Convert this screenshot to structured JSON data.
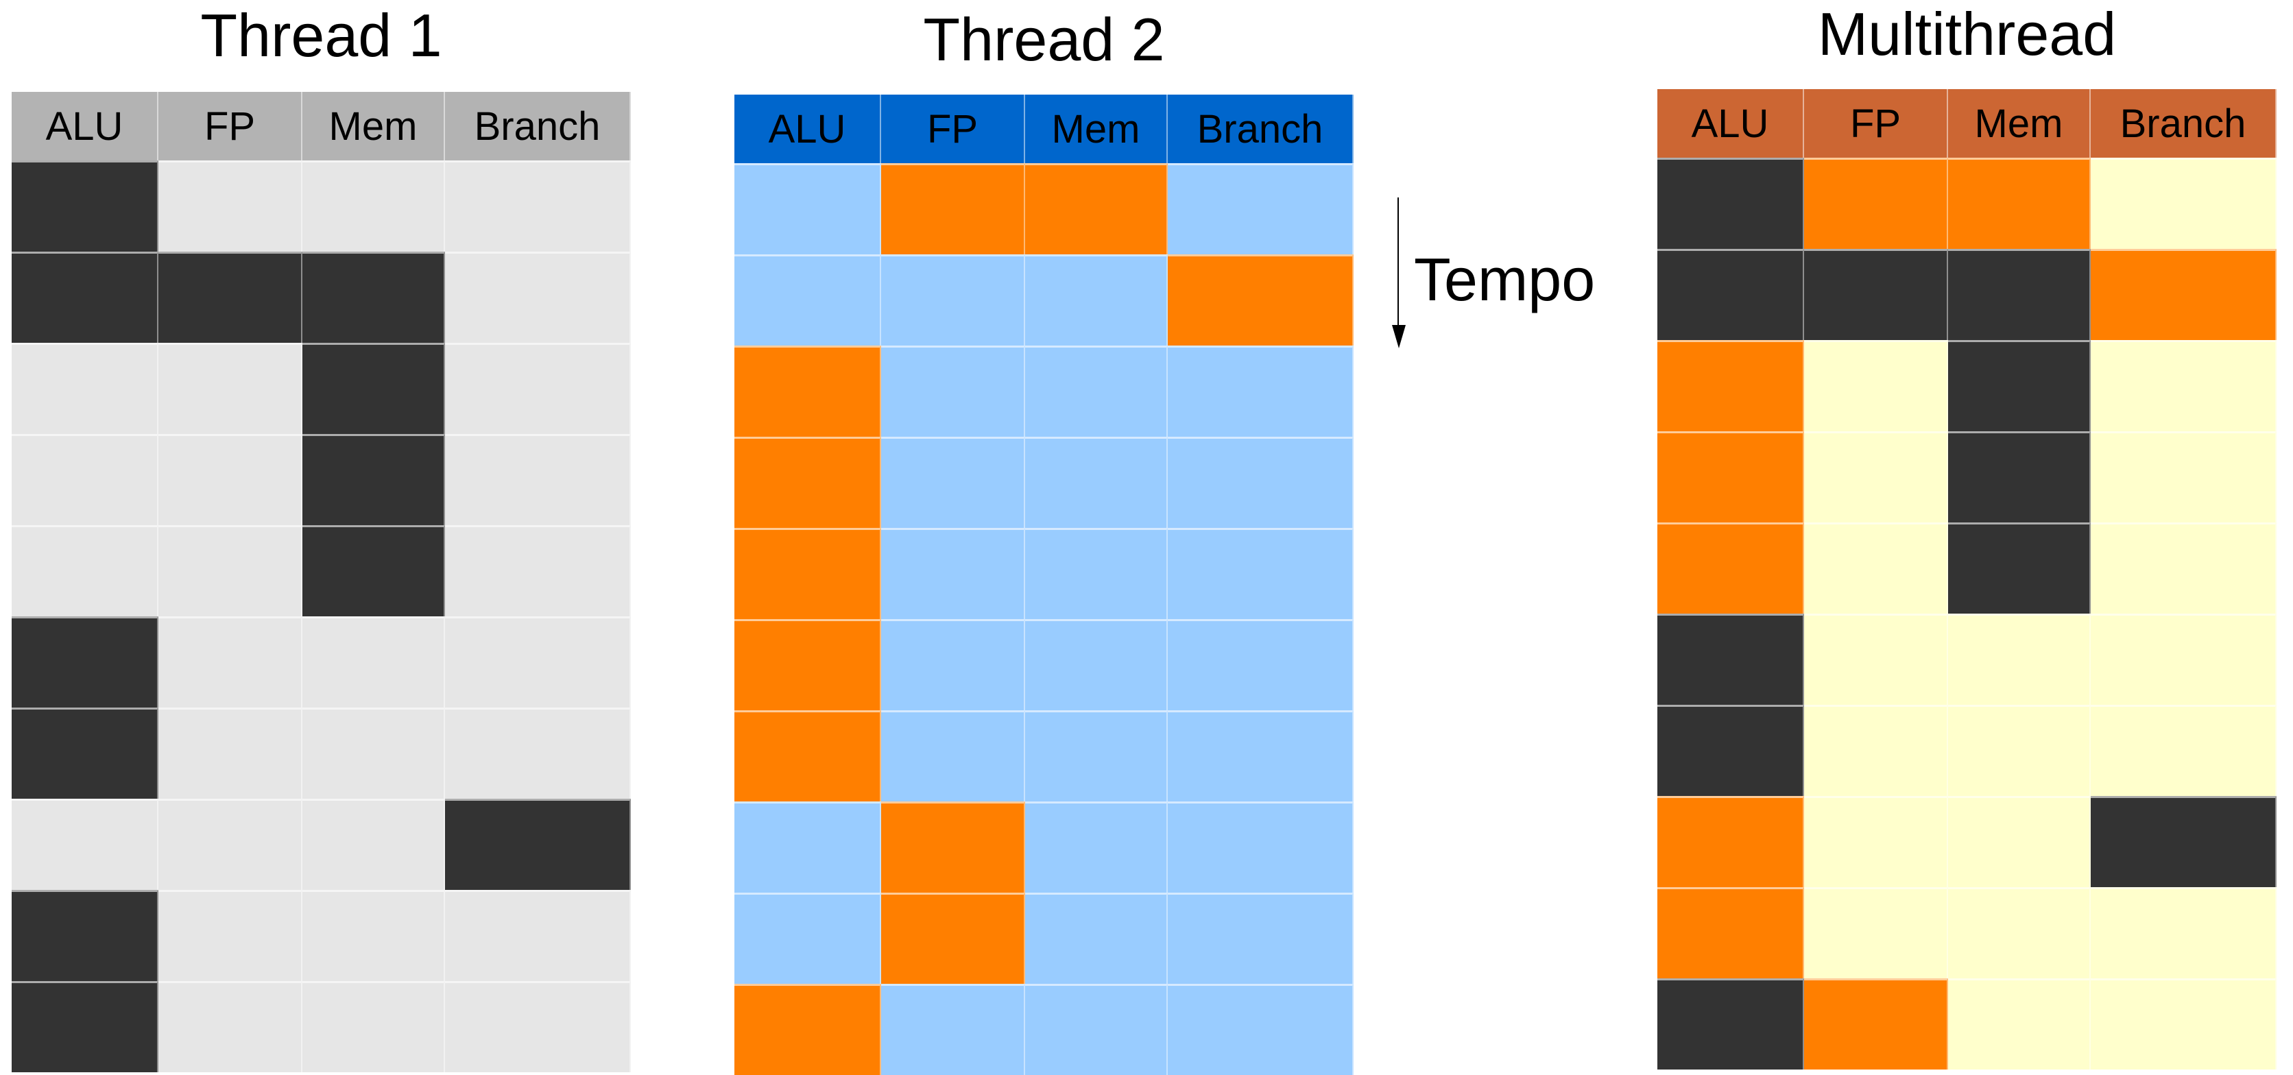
{
  "titles": {
    "thread1": "Thread 1",
    "thread2": "Thread 2",
    "multithread": "Multithread"
  },
  "columns": [
    "ALU",
    "FP",
    "Mem",
    "Branch"
  ],
  "tempo_label": "Tempo",
  "colors": {
    "D": "#333333",
    "E": "#e6e6e6",
    "O": "#ff7f00",
    "B": "#99ccff",
    "Y": "#ffffcc",
    "header_thread1": "#b3b3b3",
    "header_thread2": "#0066cc",
    "header_multithread": "#cc6633"
  },
  "grids": {
    "thread1": [
      [
        "D",
        "E",
        "E",
        "E"
      ],
      [
        "D",
        "D",
        "D",
        "E"
      ],
      [
        "E",
        "E",
        "D",
        "E"
      ],
      [
        "E",
        "E",
        "D",
        "E"
      ],
      [
        "E",
        "E",
        "D",
        "E"
      ],
      [
        "D",
        "E",
        "E",
        "E"
      ],
      [
        "D",
        "E",
        "E",
        "E"
      ],
      [
        "E",
        "E",
        "E",
        "D"
      ],
      [
        "D",
        "E",
        "E",
        "E"
      ],
      [
        "D",
        "E",
        "E",
        "E"
      ]
    ],
    "thread2": [
      [
        "B",
        "O",
        "O",
        "B"
      ],
      [
        "B",
        "B",
        "B",
        "O"
      ],
      [
        "O",
        "B",
        "B",
        "B"
      ],
      [
        "O",
        "B",
        "B",
        "B"
      ],
      [
        "O",
        "B",
        "B",
        "B"
      ],
      [
        "O",
        "B",
        "B",
        "B"
      ],
      [
        "O",
        "B",
        "B",
        "B"
      ],
      [
        "B",
        "O",
        "B",
        "B"
      ],
      [
        "B",
        "O",
        "B",
        "B"
      ],
      [
        "O",
        "B",
        "B",
        "B"
      ]
    ],
    "multithread": [
      [
        "D",
        "O",
        "O",
        "Y"
      ],
      [
        "D",
        "D",
        "D",
        "O"
      ],
      [
        "O",
        "Y",
        "D",
        "Y"
      ],
      [
        "O",
        "Y",
        "D",
        "Y"
      ],
      [
        "O",
        "Y",
        "D",
        "Y"
      ],
      [
        "D",
        "Y",
        "Y",
        "Y"
      ],
      [
        "D",
        "Y",
        "Y",
        "Y"
      ],
      [
        "O",
        "Y",
        "Y",
        "D"
      ],
      [
        "O",
        "Y",
        "Y",
        "Y"
      ],
      [
        "D",
        "O",
        "Y",
        "Y"
      ]
    ]
  }
}
